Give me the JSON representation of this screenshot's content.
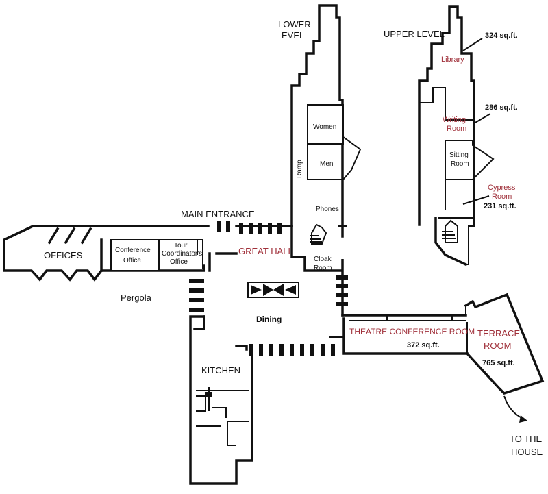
{
  "colors": {
    "wall": "#111111",
    "room_label_red": "#a0303a",
    "background": "#ffffff"
  },
  "labels": {
    "lower_level": [
      "LOWER",
      "EVEL"
    ],
    "upper_level": "UPPER LEVEL",
    "main_entrance": "MAIN ENTRANCE",
    "great_hall": "GREAT HALL",
    "offices": "OFFICES",
    "conference_office": [
      "Conference",
      "Office"
    ],
    "tour_office": [
      "Tour",
      "Coordinator's",
      "Office"
    ],
    "pergola": "Pergola",
    "dining": "Dining",
    "kitchen": "KITCHEN",
    "women": "Women",
    "men": "Men",
    "ramp": "Ramp",
    "phones": "Phones",
    "cloak_room": [
      "Cloak",
      "Room"
    ],
    "theatre_conference_room": "THEATRE CONFERENCE ROOM",
    "theatre_sqft": "372 sq.ft.",
    "terrace_room": [
      "TERRACE",
      "ROOM"
    ],
    "terrace_sqft": "765 sq.ft.",
    "to_the_house": [
      "TO THE",
      "HOUSE"
    ],
    "library": "Library",
    "library_sqft": "324 sq.ft.",
    "writing_room": [
      "Writing",
      "Room"
    ],
    "writing_sqft": "286 sq.ft.",
    "sitting_room": [
      "Sitting",
      "Room"
    ],
    "cypress_room": [
      "Cypress",
      "Room"
    ],
    "cypress_sqft": "231 sq.ft."
  }
}
